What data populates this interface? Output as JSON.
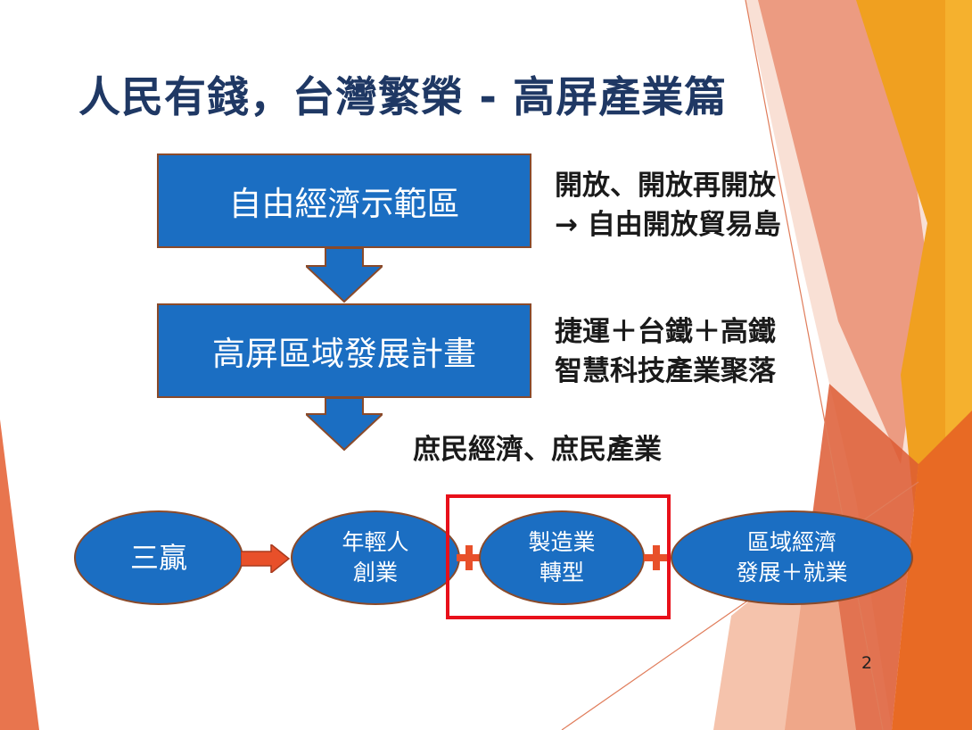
{
  "title": "人民有錢，台灣繁榮 - 高屏產業篇",
  "flow": {
    "box1": "自由經濟示範區",
    "box2": "高屏區域發展計畫",
    "note1": [
      "開放、開放再開放",
      "→ 自由開放貿易島"
    ],
    "note2": [
      "捷運＋台鐵＋高鐵",
      "智慧科技產業聚落"
    ],
    "mid_note": "庶民經濟、庶民產業"
  },
  "ovals": [
    {
      "lines": [
        "三贏"
      ]
    },
    {
      "lines": [
        "年輕人",
        "創業"
      ]
    },
    {
      "lines": [
        "製造業",
        "轉型"
      ]
    },
    {
      "lines": [
        "區域經濟",
        "發展＋就業"
      ]
    }
  ],
  "page_number": "2",
  "colors": {
    "box_fill": "#1b6ec2",
    "title_text": "#1f3864",
    "highlight_border": "#e8101a",
    "accent_arrow": "#e8502a",
    "decor_orange": "#f0a020"
  }
}
